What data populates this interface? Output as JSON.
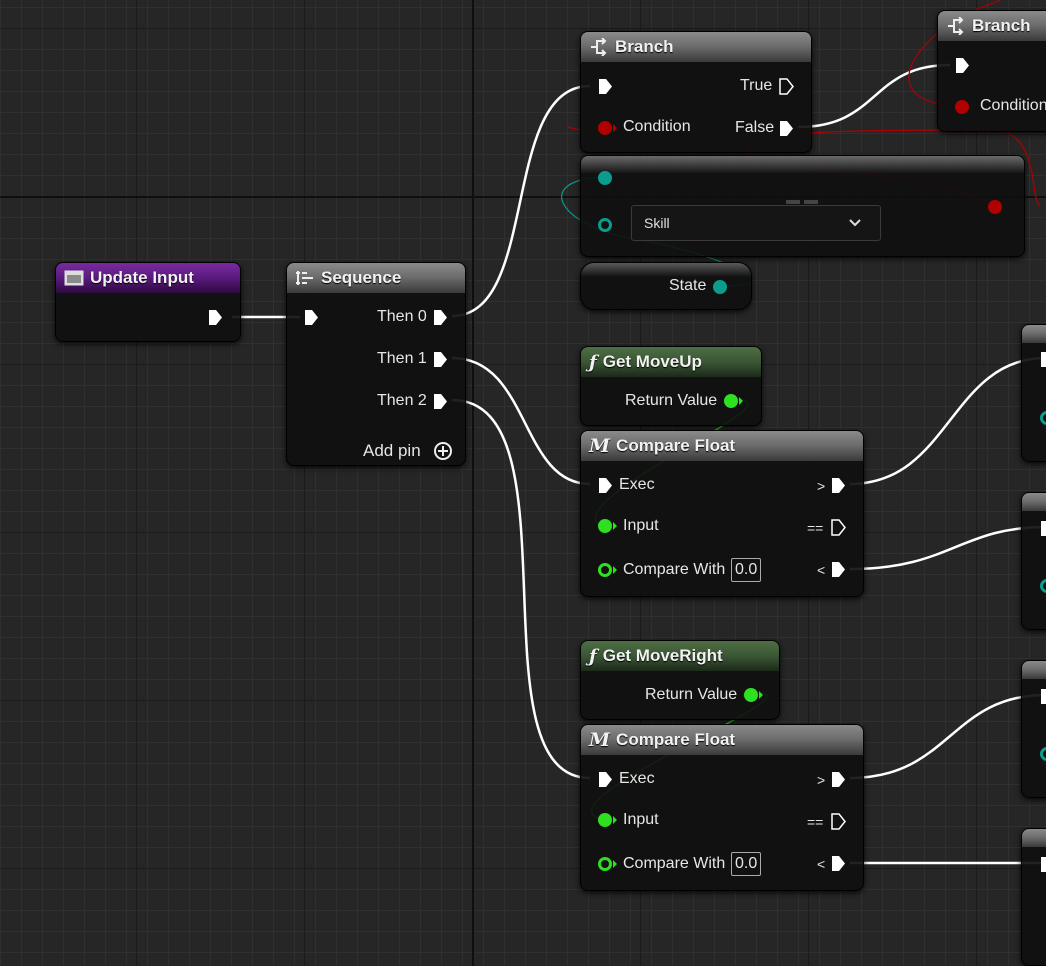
{
  "nodes": {
    "update_input": {
      "title": "Update Input"
    },
    "sequence": {
      "title": "Sequence",
      "then0": "Then 0",
      "then1": "Then 1",
      "then2": "Then 2",
      "add_pin": "Add pin"
    },
    "branch_1": {
      "title": "Branch",
      "condition": "Condition",
      "true_label": "True",
      "false_label": "False"
    },
    "branch_2": {
      "title": "Branch",
      "condition": "Condition"
    },
    "switch_enum": {
      "selected": "Skill"
    },
    "state_var": {
      "label": "State"
    },
    "get_moveup": {
      "title": "Get MoveUp",
      "return_value": "Return Value"
    },
    "compare_float_1": {
      "title": "Compare Float",
      "exec": "Exec",
      "input": "Input",
      "compare_with": "Compare With",
      "compare_value": "0.0",
      "gt": ">",
      "eq": "==",
      "lt": "<"
    },
    "get_moveright": {
      "title": "Get MoveRight",
      "return_value": "Return Value"
    },
    "compare_float_2": {
      "title": "Compare Float",
      "exec": "Exec",
      "input": "Input",
      "compare_with": "Compare With",
      "compare_value": "0.0",
      "gt": ">",
      "eq": "==",
      "lt": "<"
    }
  },
  "icons": {
    "event": "event-icon",
    "sequence": "sequence-icon",
    "branch": "branch-icon",
    "function": "function-icon",
    "macro": "macro-icon",
    "add": "add-pin-icon",
    "dropdown": "chevron-down-icon"
  },
  "colors": {
    "exec_wire": "#ffffff",
    "float_pin": "#2ee020",
    "bool_pin": "#b00000",
    "enum_pin": "#0c9c8c",
    "event_header": "#5a1a7e",
    "function_header": "#3a5634"
  }
}
